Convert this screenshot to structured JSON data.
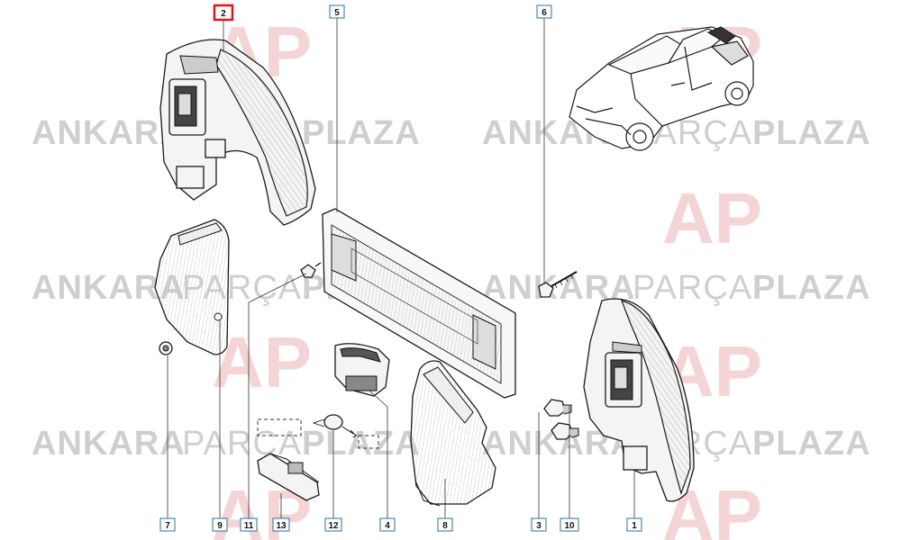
{
  "watermark": {
    "brand_left": "ANKARA",
    "brand_mid": "PARÇA",
    "brand_right": "PLAZA",
    "logo_letters": "AP",
    "color_gray": "#c8c8c8",
    "color_red": "#f5d6d6"
  },
  "callouts": [
    {
      "id": "1",
      "label": "1"
    },
    {
      "id": "2",
      "label": "2",
      "highlighted": true
    },
    {
      "id": "3",
      "label": "3"
    },
    {
      "id": "4",
      "label": "4"
    },
    {
      "id": "5",
      "label": "5"
    },
    {
      "id": "6",
      "label": "6"
    },
    {
      "id": "7",
      "label": "7"
    },
    {
      "id": "8",
      "label": "8"
    },
    {
      "id": "9",
      "label": "9"
    },
    {
      "id": "10",
      "label": "10"
    },
    {
      "id": "11",
      "label": "11"
    },
    {
      "id": "12",
      "label": "12"
    },
    {
      "id": "13",
      "label": "13"
    }
  ],
  "colors": {
    "callout_border": "#2a6fa8",
    "highlight": "#e0141b"
  }
}
